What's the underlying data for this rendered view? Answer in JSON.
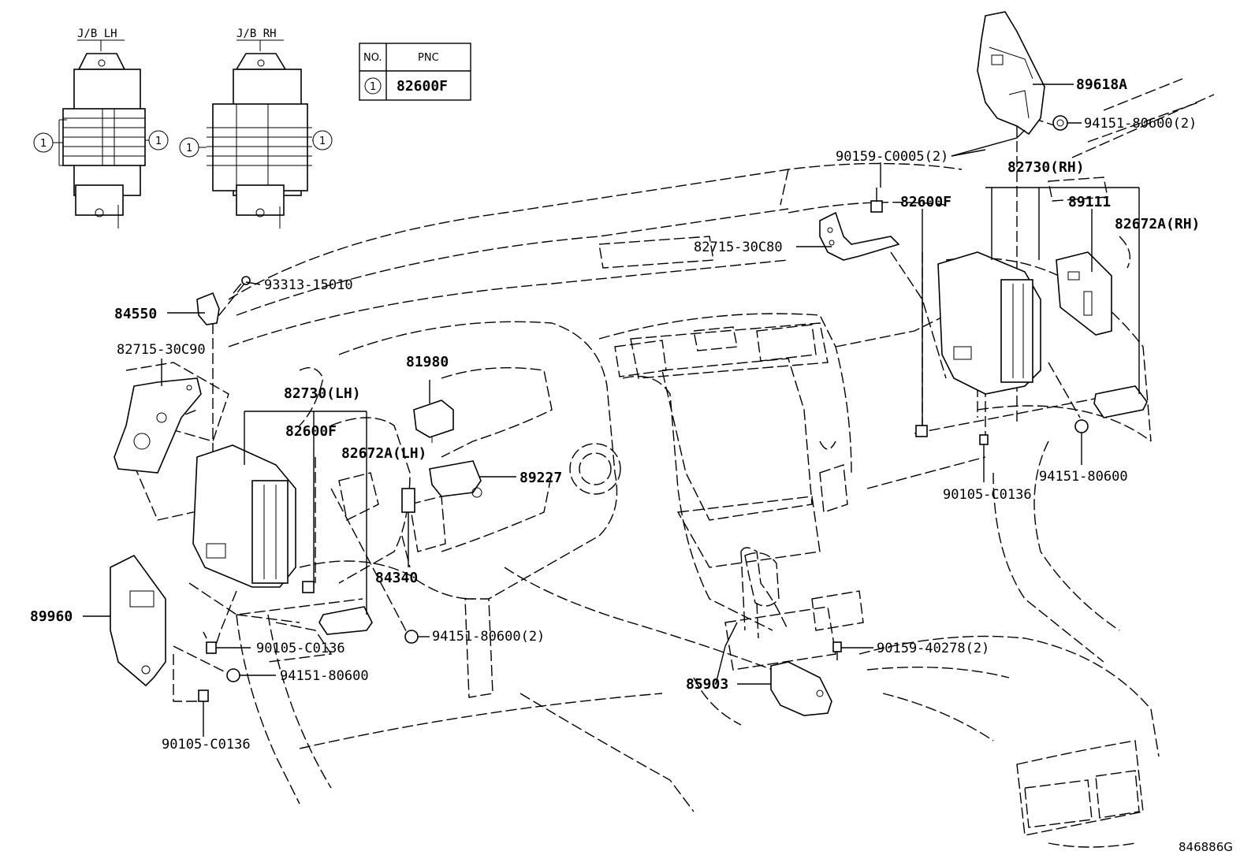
{
  "insets": {
    "jb_lh": "J/B LH",
    "jb_rh": "J/B RH",
    "ref_marker": "1"
  },
  "table": {
    "header_no": "NO.",
    "header_pnc": "PNC",
    "rows": [
      {
        "no": "1",
        "pnc": "82600F"
      }
    ]
  },
  "labels": {
    "p89618A": "89618A",
    "p94151_80600_2_top": "94151-80600(2)",
    "p90159_C0005_2": "90159-C0005(2)",
    "p82730_RH": "82730(RH)",
    "p82600F_right": "82600F",
    "p89111": "89111",
    "p82672A_RH": "82672A(RH)",
    "p82715_30C80": "82715-30C80",
    "p93313_15010": "93313-15010",
    "p84550": "84550",
    "p82715_30C90": "82715-30C90",
    "p81980": "81980",
    "p82730_LH": "82730(LH)",
    "p82600F_left": "82600F",
    "p82672A_LH": "82672A(LH)",
    "p89227": "89227",
    "p84340": "84340",
    "p89960": "89960",
    "p90105_C0136_mid": "90105-C0136",
    "p94151_80600_2_mid": "94151-80600(2)",
    "p94151_80600_left": "94151-80600",
    "p90105_C0136_bottom": "90105-C0136",
    "p85903": "85903",
    "p90159_40278_2": "90159-40278(2)",
    "p90105_C0136_right": "90105-C0136",
    "p94151_80600_right": "94151-80600"
  },
  "figure_id": "846886G"
}
